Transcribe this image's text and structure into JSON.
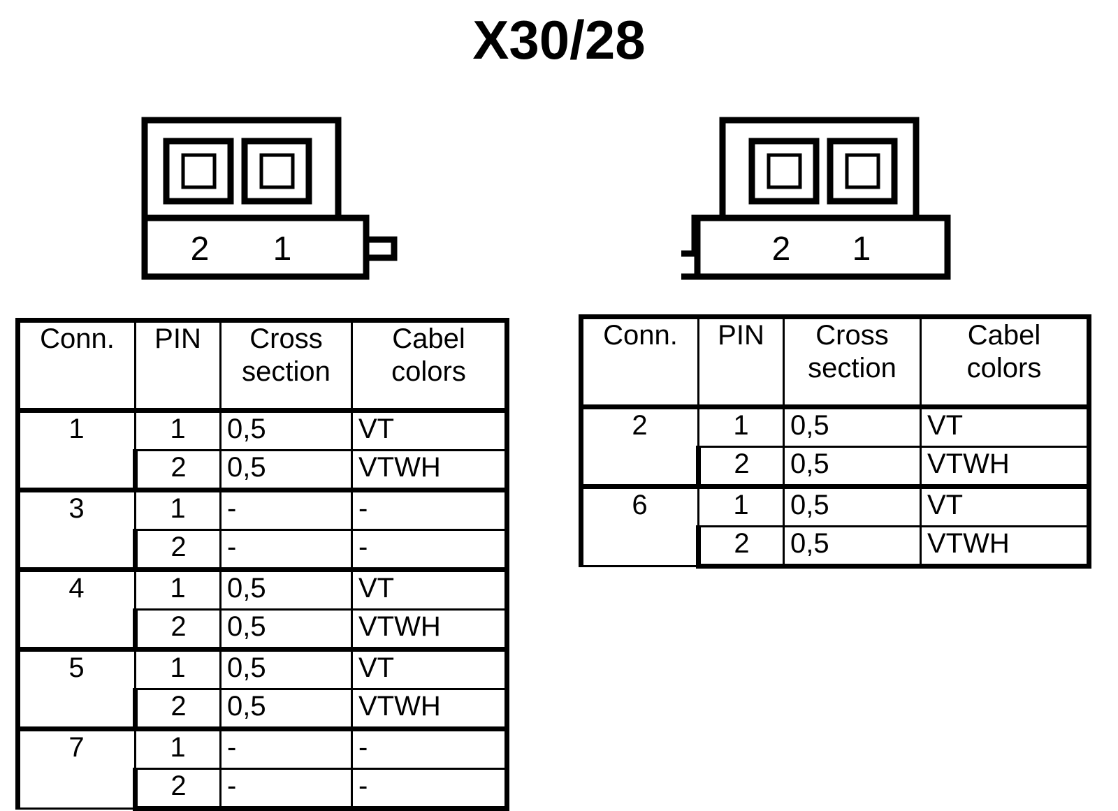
{
  "title": "X30/28",
  "connectors": [
    {
      "name": "left-connector",
      "pin_labels": [
        "2",
        "1"
      ],
      "tab_side": "right",
      "pin_count": 2
    },
    {
      "name": "right-connector",
      "pin_labels": [
        "2",
        "1"
      ],
      "tab_side": "left",
      "pin_count": 2
    }
  ],
  "tables": {
    "left": {
      "headers": [
        "Conn.",
        "PIN",
        "Cross section",
        "Cabel colors"
      ],
      "groups": [
        {
          "conn": "1",
          "rows": [
            {
              "pin": "1",
              "cross_section": "0,5",
              "cable_color": "VT"
            },
            {
              "pin": "2",
              "cross_section": "0,5",
              "cable_color": "VTWH"
            }
          ]
        },
        {
          "conn": "3",
          "rows": [
            {
              "pin": "1",
              "cross_section": "-",
              "cable_color": "-"
            },
            {
              "pin": "2",
              "cross_section": "-",
              "cable_color": "-"
            }
          ]
        },
        {
          "conn": "4",
          "rows": [
            {
              "pin": "1",
              "cross_section": "0,5",
              "cable_color": "VT"
            },
            {
              "pin": "2",
              "cross_section": "0,5",
              "cable_color": "VTWH"
            }
          ]
        },
        {
          "conn": "5",
          "rows": [
            {
              "pin": "1",
              "cross_section": "0,5",
              "cable_color": "VT"
            },
            {
              "pin": "2",
              "cross_section": "0,5",
              "cable_color": "VTWH"
            }
          ]
        },
        {
          "conn": "7",
          "rows": [
            {
              "pin": "1",
              "cross_section": "-",
              "cable_color": "-"
            },
            {
              "pin": "2",
              "cross_section": "-",
              "cable_color": "-"
            }
          ]
        }
      ]
    },
    "right": {
      "headers": [
        "Conn.",
        "PIN",
        "Cross section",
        "Cabel colors"
      ],
      "groups": [
        {
          "conn": "2",
          "rows": [
            {
              "pin": "1",
              "cross_section": "0,5",
              "cable_color": "VT"
            },
            {
              "pin": "2",
              "cross_section": "0,5",
              "cable_color": "VTWH"
            }
          ]
        },
        {
          "conn": "6",
          "rows": [
            {
              "pin": "1",
              "cross_section": "0,5",
              "cable_color": "VT"
            },
            {
              "pin": "2",
              "cross_section": "0,5",
              "cable_color": "VTWH"
            }
          ]
        }
      ]
    }
  },
  "colors": {
    "stroke": "#000000",
    "background": "#ffffff"
  }
}
